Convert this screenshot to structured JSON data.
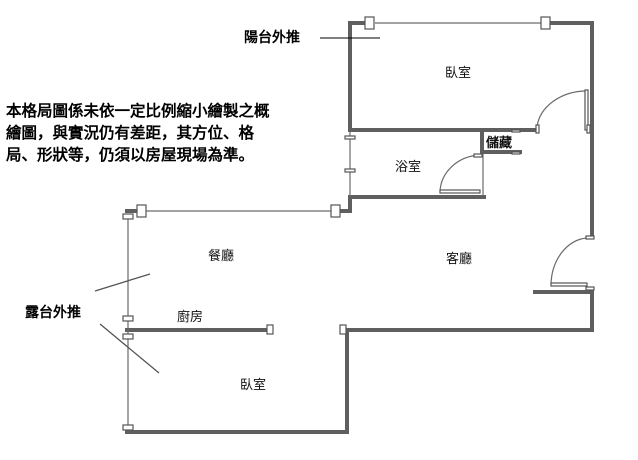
{
  "disclaimer": {
    "line1": "本格局圖係未依一定比例縮小繪製之概",
    "line2": "繪圖，與實況仍有差距，其方位、格",
    "line3": "局、形狀等，仍須以房屋現場為準。"
  },
  "annotations": {
    "balcony_extension": "陽台外推",
    "terrace_extension": "露台外推"
  },
  "rooms": {
    "bedroom_top": "臥室",
    "bathroom": "浴室",
    "storage": "儲藏",
    "dining": "餐廳",
    "living": "客廳",
    "kitchen": "廚房",
    "bedroom_bottom": "臥室"
  },
  "colors": {
    "wall": "#5f5f5f"
  }
}
